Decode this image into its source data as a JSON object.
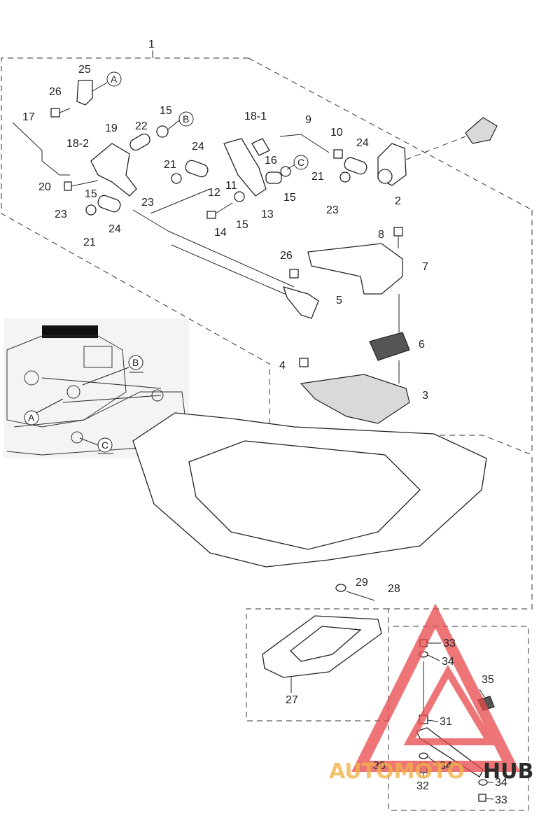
{
  "diagram": {
    "assembly_number": "1",
    "callouts": [
      {
        "id": "c25",
        "text": "25"
      },
      {
        "id": "c26a",
        "text": "26"
      },
      {
        "id": "c17",
        "text": "17"
      },
      {
        "id": "c19",
        "text": "19"
      },
      {
        "id": "c22",
        "text": "22"
      },
      {
        "id": "c15a",
        "text": "15"
      },
      {
        "id": "c182",
        "text": "18-2"
      },
      {
        "id": "c20",
        "text": "20"
      },
      {
        "id": "c15b",
        "text": "15"
      },
      {
        "id": "c23a",
        "text": "23"
      },
      {
        "id": "c24a",
        "text": "24"
      },
      {
        "id": "c21a",
        "text": "21"
      },
      {
        "id": "c24b",
        "text": "24"
      },
      {
        "id": "c21b",
        "text": "21"
      },
      {
        "id": "c23b",
        "text": "23"
      },
      {
        "id": "c12",
        "text": "12"
      },
      {
        "id": "c181",
        "text": "18-1"
      },
      {
        "id": "c9",
        "text": "9"
      },
      {
        "id": "c10",
        "text": "10"
      },
      {
        "id": "c24c",
        "text": "24"
      },
      {
        "id": "c16",
        "text": "16"
      },
      {
        "id": "c11",
        "text": "11"
      },
      {
        "id": "c21c",
        "text": "21"
      },
      {
        "id": "c15c",
        "text": "15"
      },
      {
        "id": "c13",
        "text": "13"
      },
      {
        "id": "c14",
        "text": "14"
      },
      {
        "id": "c15d",
        "text": "15"
      },
      {
        "id": "c23c",
        "text": "23"
      },
      {
        "id": "c2",
        "text": "2"
      },
      {
        "id": "c8",
        "text": "8"
      },
      {
        "id": "c7",
        "text": "7"
      },
      {
        "id": "c26b",
        "text": "26"
      },
      {
        "id": "c5",
        "text": "5"
      },
      {
        "id": "c6",
        "text": "6"
      },
      {
        "id": "c4",
        "text": "4"
      },
      {
        "id": "c3",
        "text": "3"
      },
      {
        "id": "c29",
        "text": "29"
      },
      {
        "id": "c28",
        "text": "28"
      },
      {
        "id": "c27",
        "text": "27"
      },
      {
        "id": "c33a",
        "text": "33"
      },
      {
        "id": "c34a",
        "text": "34"
      },
      {
        "id": "c35",
        "text": "35"
      },
      {
        "id": "c31",
        "text": "31"
      },
      {
        "id": "c30",
        "text": "30"
      },
      {
        "id": "c34b",
        "text": "34"
      },
      {
        "id": "c32",
        "text": "32"
      },
      {
        "id": "c34c",
        "text": "34"
      },
      {
        "id": "c33b",
        "text": "33"
      }
    ],
    "reference_markers": [
      {
        "id": "mA1",
        "letter": "A"
      },
      {
        "id": "mB1",
        "letter": "B"
      },
      {
        "id": "mC1",
        "letter": "C"
      },
      {
        "id": "mB2",
        "letter": "B"
      },
      {
        "id": "mA2",
        "letter": "A"
      },
      {
        "id": "mC2",
        "letter": "C"
      }
    ]
  },
  "watermark": {
    "text_left": "AUTOMOTO",
    "text_right": "HUB",
    "color_left": "#f2b24a",
    "color_right": "#2b2b2b",
    "logo_color": "#e8484a"
  }
}
